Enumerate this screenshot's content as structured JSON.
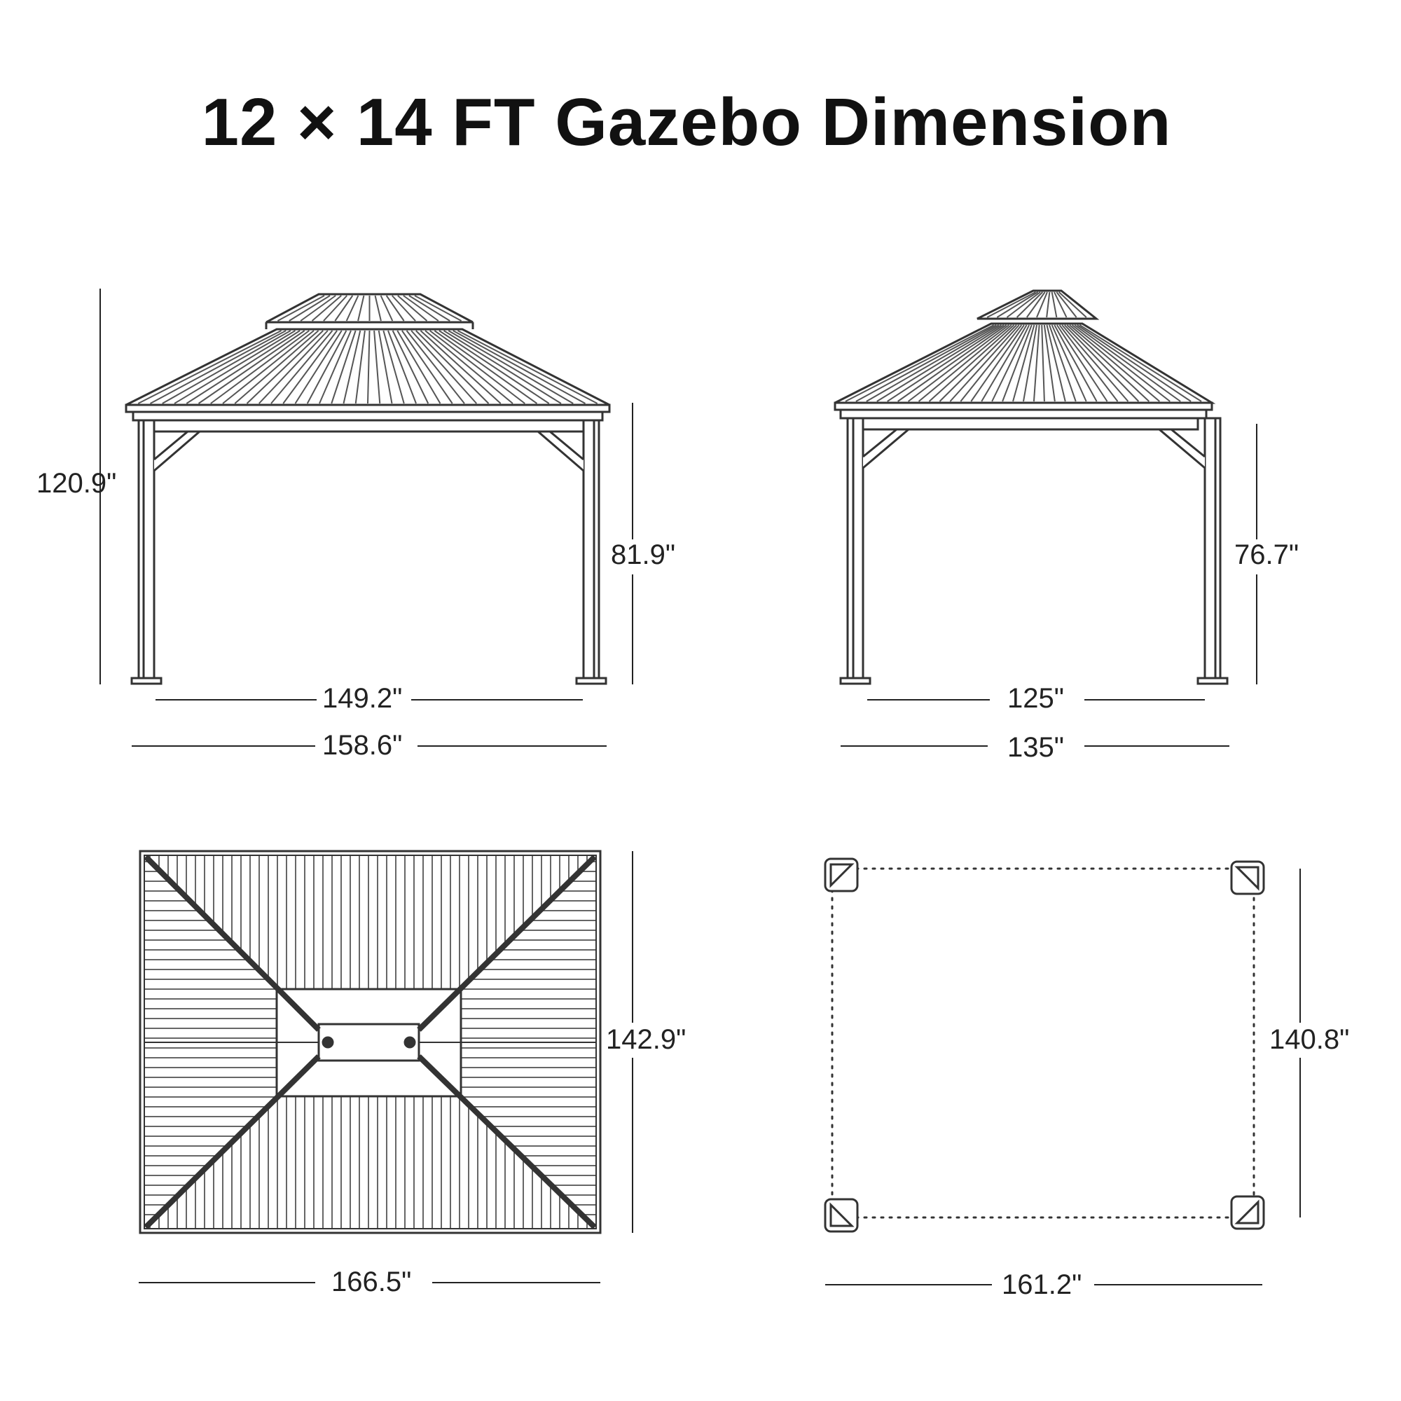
{
  "title": "12 × 14 FT Gazebo Dimension",
  "front_view": {
    "total_height": "120.9\"",
    "post_height": "81.9\"",
    "inner_width": "149.2\"",
    "outer_width": "158.6\""
  },
  "side_view": {
    "post_height": "76.7\"",
    "inner_width": "125\"",
    "outer_width": "135\""
  },
  "top_view": {
    "depth": "142.9\"",
    "width": "166.5\""
  },
  "footprint": {
    "depth": "140.8\"",
    "width": "161.2\""
  },
  "colors": {
    "line": "#333333",
    "text": "#111111",
    "background": "#ffffff"
  }
}
